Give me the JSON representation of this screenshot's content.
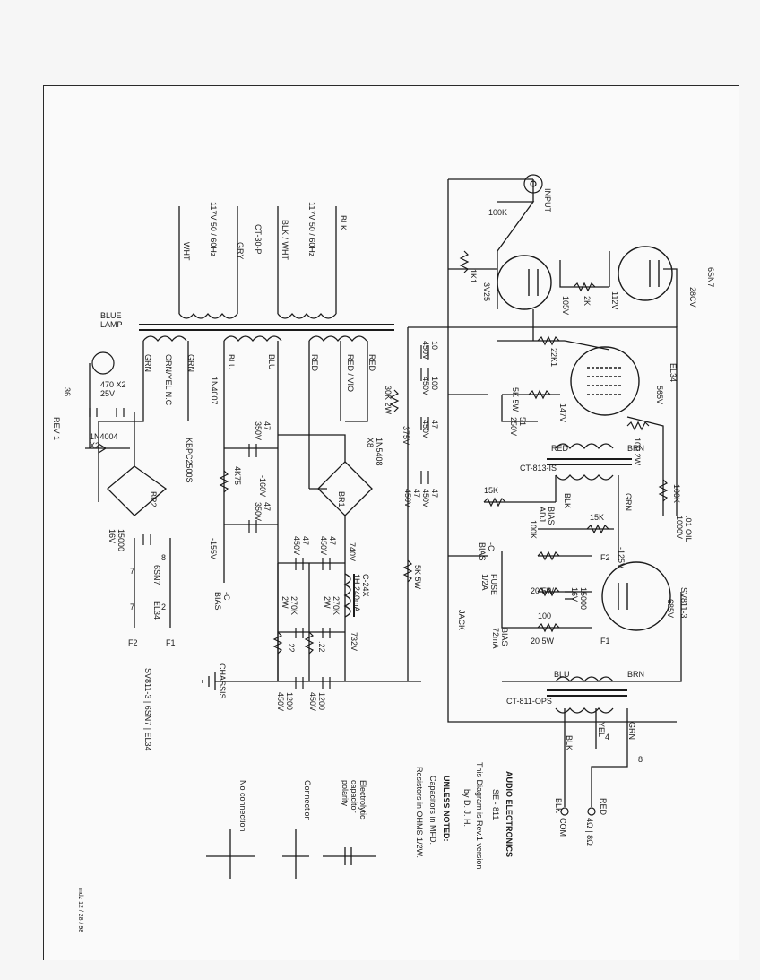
{
  "labels": {
    "input": "INPUT",
    "r100k": "100K",
    "r1k1": "1K1",
    "tube_6sn7": "6SN7",
    "v_28cv": "28CV",
    "pin_3v25": "3V25",
    "v_105v": "105V",
    "r2k": "2K",
    "v_112v": "112V",
    "r22k1": "22K1",
    "tube_el34": "EL34",
    "r5k5w": "5K 5W",
    "c51_250v": "51\n250V",
    "v_147v": "147V",
    "v_565v": "565V",
    "r100_2w": "100 2W",
    "c10_450": "10\n450V",
    "c100_450": "100\n450V",
    "r30k_2w": "30K 2W",
    "c47_450a": "47\n450V",
    "v_375v": "375V",
    "d1n5408": "1N5408\nX8",
    "br1": "BR1",
    "ct813is": "CT-813-IS",
    "red_a": "RED",
    "brn_a": "BRN",
    "blk_a": "BLK",
    "grn_a": "GRN",
    "r100k_b": "100K",
    "c01_oil": ".01 OIL\n1000V",
    "r15k_a": "15K",
    "r15k_b": "15K",
    "bias_adj": "BIAS\nADJ",
    "r100k_c": "100K",
    "neg_c_bias": "-C\nBIAS",
    "v_neg125": "-125V",
    "c47_450b": "47\n450V",
    "c47_450c": "47\n450V",
    "v_740v": "740V",
    "c47_450d": "47\n450V",
    "c47_450e": "47\n450V",
    "choke": "C-24X\n1H 240mA",
    "r270k_a": "270K\n2W",
    "r270k_b": "270K\n2W",
    "c22_a": ".22",
    "c22_b": ".22",
    "v_732v": "732V",
    "r5k5w_b": "5K 5W",
    "fuse": "FUSE\n1/2A",
    "r20_5w_a": "20 5W",
    "r100": "100",
    "r20_5w_b": "20 5W",
    "c15000_16v": "15000\n16V",
    "jack": "JACK",
    "bias_72": "BIAS\n72mA",
    "f1": "F1",
    "f2": "F2",
    "tube_sv811": "SV811-3",
    "v_685v": "685V",
    "f2b": "F2",
    "f1b": "F1",
    "ct811ops": "CT-811-OPS",
    "blu_b": "BLU",
    "brn_b": "BRN",
    "blk_b": "BLK",
    "yel": "YEL",
    "grn_b": "GRN",
    "pin4": "4",
    "pin8": "8",
    "red_out": "RED",
    "out_4_8": "4Ω | 8Ω",
    "blk_out": "BLK",
    "com": "COM",
    "c1200_a": "1200\n450V",
    "c1200_b": "1200\n450V",
    "chassis": "CHASSIS",
    "xfmr_blk": "BLK",
    "xfmr_117a": "117V 50 / 60Hz",
    "xfmr_blkwht": "BLK / WHT",
    "xfmr_ct30p": "CT-30-P",
    "xfmr_gry": "GRY",
    "xfmr_117b": "117V 50 / 60Hz",
    "xfmr_wht": "WHT",
    "sec_red1": "RED",
    "sec_redvio": "RED / VIO",
    "sec_red2": "RED",
    "sec_blu1": "BLU",
    "sec_blu2": "BLU",
    "sec_grn1": "GRN",
    "sec_grnyel": "GRN/YEL N.C",
    "sec_grn2": "GRN",
    "blue_lamp": "BLUE\nLAMP",
    "r36": "36",
    "c470x2": "470 X2\n25V",
    "rev1": "REV 1",
    "d1n4004": "1N4004\nX2",
    "kbpc": "KBPC2500S",
    "br2": "BR2",
    "c15000_16vb": "15000\n16V",
    "d1n4007": "1N4007",
    "c47_350a": "47\n350V",
    "r4k75": "4K75",
    "v_neg160": "-160V",
    "c47_350b": "47\n350V",
    "v_neg155": "-155V",
    "neg_c_bias2": "-C\nBIAS",
    "h6sn7": "6SN7",
    "hel34": "EL34",
    "h8": "8",
    "h7a": "7",
    "h7b": "7",
    "h2": "2",
    "hf2": "F2",
    "hf1": "F1",
    "heater_group": "SV811-3 | 6SN7 | EL34",
    "title": "AUDIO ELECTRONICS",
    "model": "SE - 811",
    "rev": "This Diagram is Rev.1 version",
    "author": "by D. J. H.",
    "unless": "UNLESS NOTED:",
    "cap_note": "Capacitors in MFD.",
    "res_note": "Resistors in OHMS 1/2W.",
    "legend_elec": "Electrolytic\ncapacitor\npolarity",
    "legend_conn": "Connection",
    "legend_noconn": "No connection",
    "footer": "mdz 12 / 28 / 98"
  }
}
